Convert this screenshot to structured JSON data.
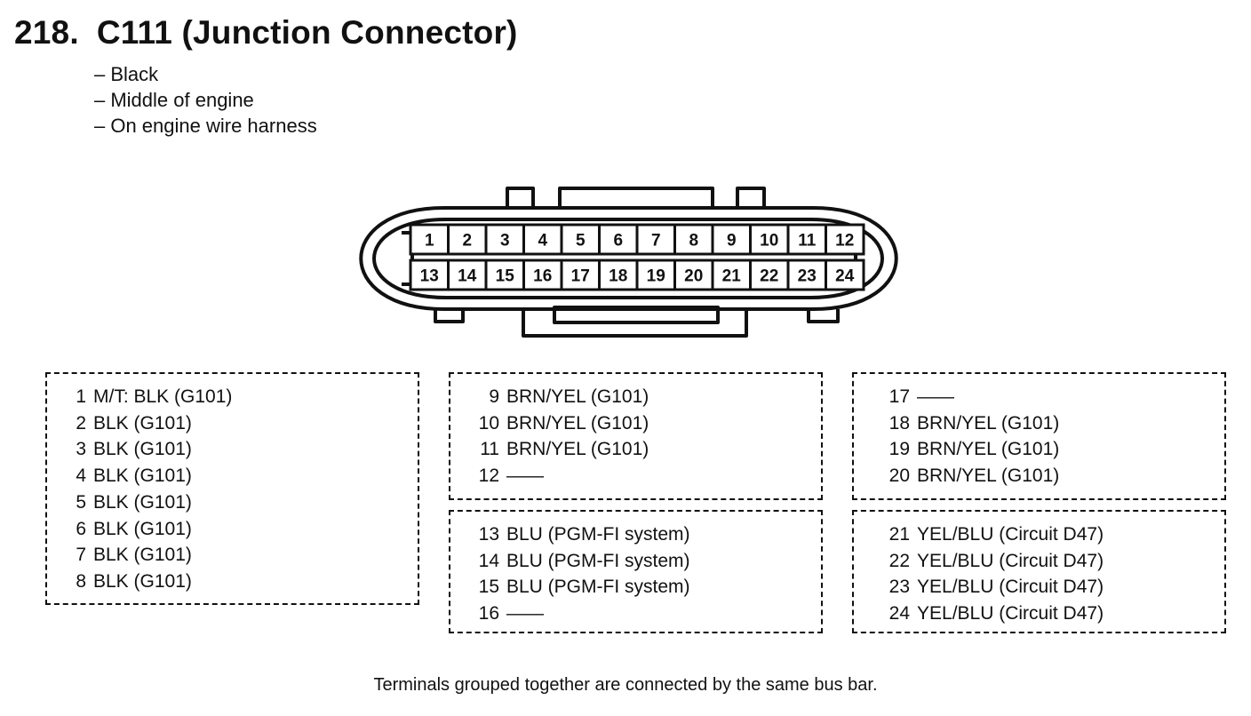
{
  "title": {
    "number": "218.",
    "text": "C111 (Junction Connector)"
  },
  "notes": [
    "– Black",
    "– Middle of engine",
    "– On engine wire harness"
  ],
  "connector": {
    "row1": [
      "1",
      "2",
      "3",
      "4",
      "5",
      "6",
      "7",
      "8",
      "9",
      "10",
      "11",
      "12"
    ],
    "row2": [
      "13",
      "14",
      "15",
      "16",
      "17",
      "18",
      "19",
      "20",
      "21",
      "22",
      "23",
      "24"
    ]
  },
  "groups": [
    {
      "entries": [
        {
          "pin": "1",
          "text": "M/T: BLK (G101)"
        },
        {
          "pin": "2",
          "text": "BLK (G101)"
        },
        {
          "pin": "3",
          "text": "BLK (G101)"
        },
        {
          "pin": "4",
          "text": "BLK (G101)"
        },
        {
          "pin": "5",
          "text": "BLK (G101)"
        },
        {
          "pin": "6",
          "text": "BLK (G101)"
        },
        {
          "pin": "7",
          "text": "BLK (G101)"
        },
        {
          "pin": "8",
          "text": "BLK (G101)"
        }
      ]
    },
    {
      "entries": [
        {
          "pin": "9",
          "text": "BRN/YEL (G101)"
        },
        {
          "pin": "10",
          "text": "BRN/YEL (G101)"
        },
        {
          "pin": "11",
          "text": "BRN/YEL (G101)"
        },
        {
          "pin": "12",
          "text": "——"
        }
      ]
    },
    {
      "entries": [
        {
          "pin": "13",
          "text": "BLU (PGM-FI system)"
        },
        {
          "pin": "14",
          "text": "BLU (PGM-FI system)"
        },
        {
          "pin": "15",
          "text": "BLU (PGM-FI system)"
        },
        {
          "pin": "16",
          "text": "——"
        }
      ]
    },
    {
      "entries": [
        {
          "pin": "17",
          "text": "——"
        },
        {
          "pin": "18",
          "text": "BRN/YEL (G101)"
        },
        {
          "pin": "19",
          "text": "BRN/YEL (G101)"
        },
        {
          "pin": "20",
          "text": "BRN/YEL (G101)"
        }
      ]
    },
    {
      "entries": [
        {
          "pin": "21",
          "text": "YEL/BLU (Circuit D47)"
        },
        {
          "pin": "22",
          "text": "YEL/BLU (Circuit D47)"
        },
        {
          "pin": "23",
          "text": "YEL/BLU (Circuit D47)"
        },
        {
          "pin": "24",
          "text": "YEL/BLU (Circuit D47)"
        }
      ]
    }
  ],
  "footnote": "Terminals grouped together are connected by the same bus bar."
}
